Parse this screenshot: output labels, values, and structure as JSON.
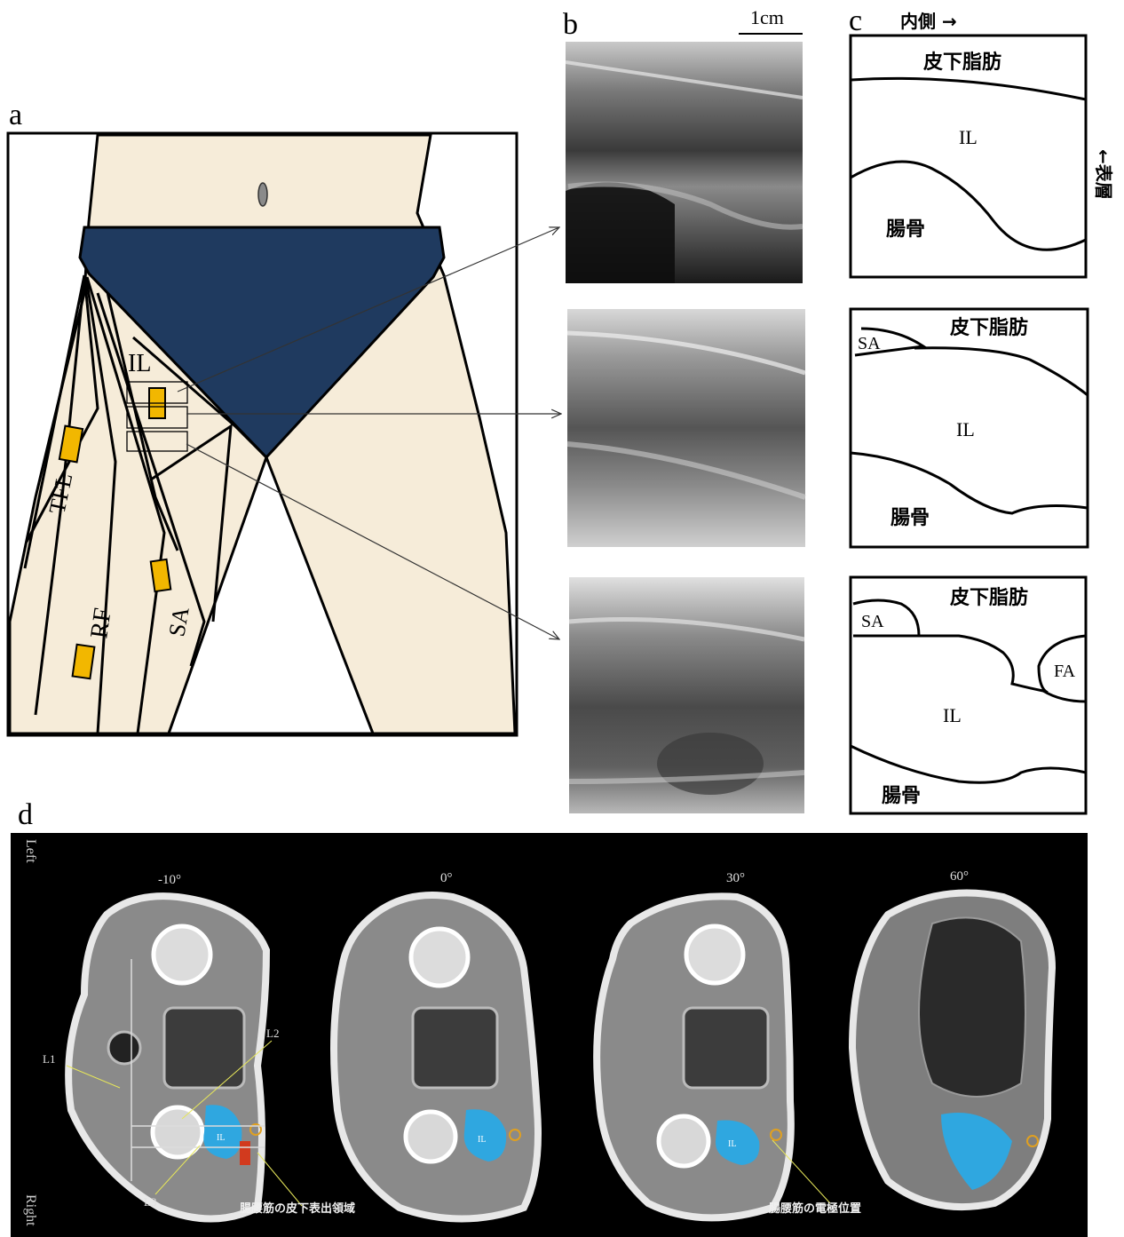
{
  "panels": {
    "a": {
      "label": "a",
      "muscles": {
        "il": "IL",
        "tfl": "TFL",
        "rf": "RF",
        "sa": "SA"
      }
    },
    "b": {
      "label": "b",
      "scale_bar": "1cm"
    },
    "c": {
      "label": "c",
      "medial": "内側 →",
      "superficial": "←表層",
      "diagrams": [
        {
          "fat": "皮下脂肪",
          "il": "IL",
          "bone": "腸骨"
        },
        {
          "fat": "皮下脂肪",
          "sa": "SA",
          "il": "IL",
          "bone": "腸骨"
        },
        {
          "fat": "皮下脂肪",
          "sa": "SA",
          "fa": "FA",
          "il": "IL",
          "bone": "腸骨"
        }
      ]
    },
    "d": {
      "label": "d",
      "left": "Left",
      "right": "Right",
      "angles": [
        "-10°",
        "0°",
        "30°",
        "60°"
      ],
      "lines": [
        "L1",
        "L2",
        "L3"
      ],
      "il": "IL",
      "annotation_exposure": "腸腰筋の皮下表出領域",
      "annotation_electrode": "腸腰筋の電極位置"
    }
  },
  "colors": {
    "skin": "#f6ecd9",
    "brief": "#1f3a5f",
    "electrode": "#f2b700",
    "iliopsoas": "#2fa7e0",
    "exposure": "#d23a1e",
    "marker": "#e0a020"
  }
}
